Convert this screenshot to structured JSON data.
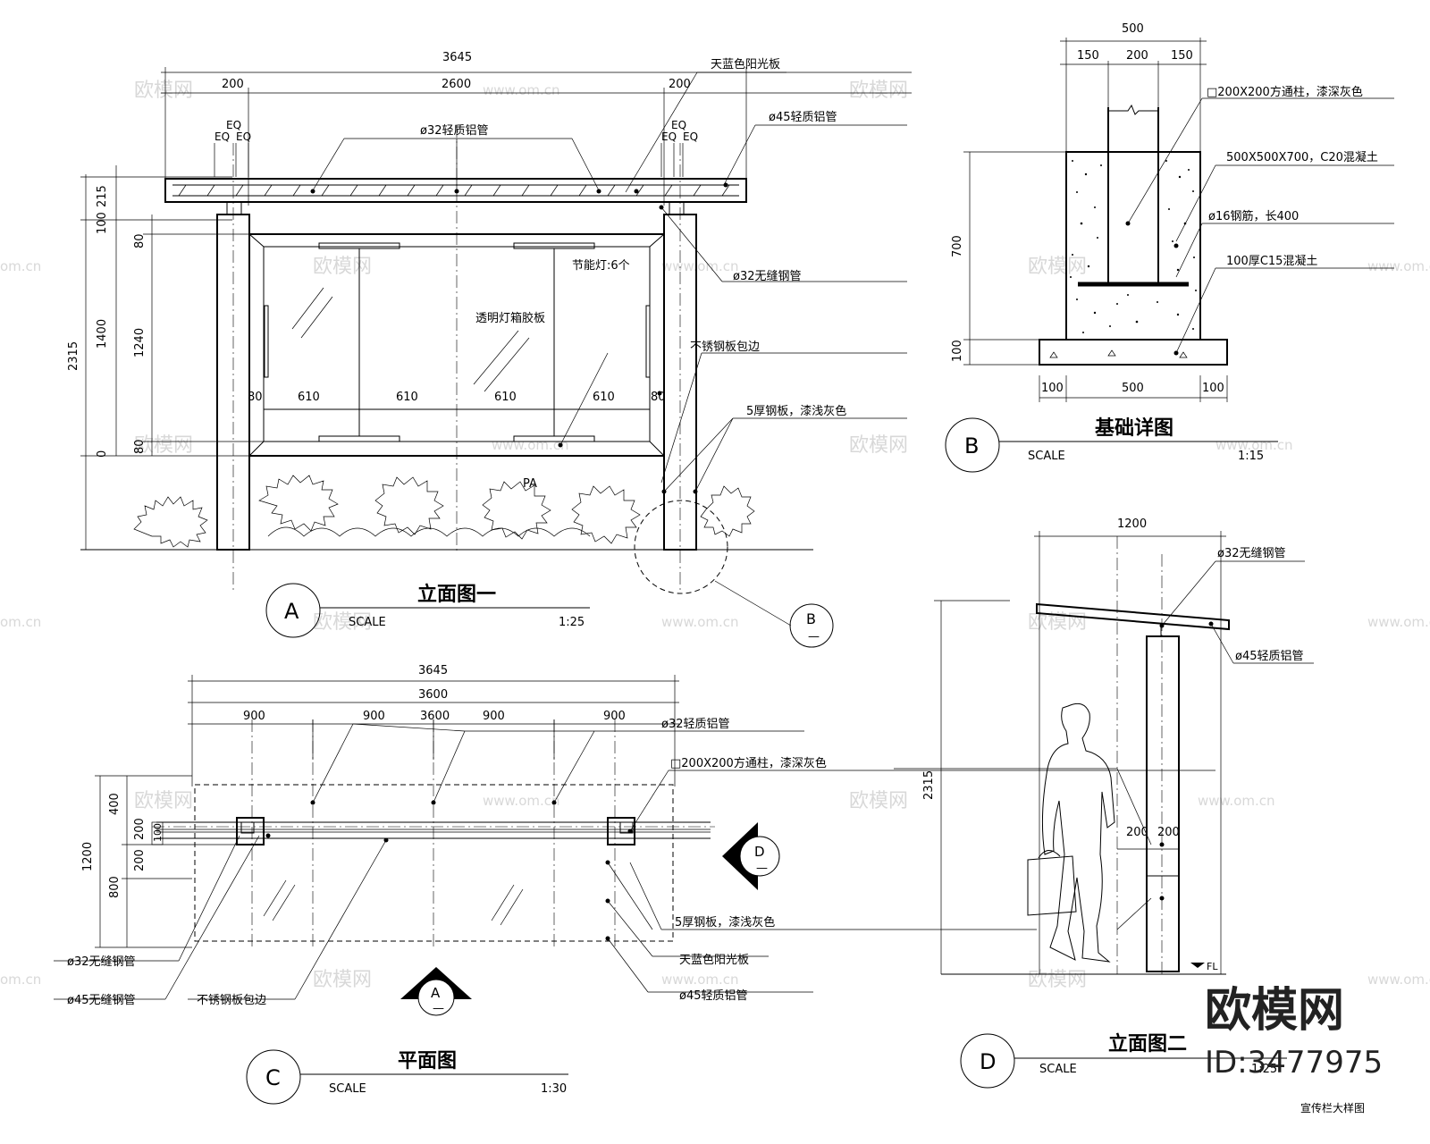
{
  "watermark": {
    "brand": "欧模网",
    "url": "www.om.cn",
    "domain_fragment": "om.cn"
  },
  "brand_overlay": {
    "name": "欧模网",
    "id": "ID:3477975",
    "caption": "宣传栏大样图"
  },
  "view_a": {
    "title": "立面图一",
    "bubble": "A",
    "scale_label": "SCALE",
    "scale": "1:25",
    "dims_top": [
      "3645",
      "200",
      "2600",
      "200",
      "EQ",
      "EQ",
      "EQ",
      "EQ",
      "EQ",
      "EQ"
    ],
    "dims_left": [
      "2315",
      "1400",
      "1240",
      "100",
      "215",
      "80",
      "80",
      "0"
    ],
    "dims_panel": [
      "80",
      "610",
      "610",
      "610",
      "610",
      "80"
    ],
    "labels": {
      "polycarbonate": "天蓝色阳光板",
      "tube45": "ø45轻质铝管",
      "tube32": "ø32轻质铝管",
      "lamp": "节能灯:6个",
      "seamless32": "ø32无缝钢管",
      "lightbox": "透明灯箱胶板",
      "steel_trim": "不锈钢板包边",
      "steel_plate": "5厚钢板，漆浅灰色",
      "pa": "PA"
    },
    "callout_b": {
      "letter": "B",
      "sub": "—"
    }
  },
  "view_b": {
    "title": "基础详图",
    "bubble": "B",
    "scale_label": "SCALE",
    "scale": "1:15",
    "dims_top": [
      "500",
      "150",
      "200",
      "150"
    ],
    "dims_left": [
      "700",
      "100"
    ],
    "dims_bottom": [
      "100",
      "500",
      "100"
    ],
    "labels": {
      "column": "□200X200方通柱，漆深灰色",
      "concrete": "500X500X700，C20混凝土",
      "rebar": "ø16钢筋，长400",
      "base": "100厚C15混凝土"
    }
  },
  "view_c": {
    "title": "平面图",
    "bubble": "C",
    "scale_label": "SCALE",
    "scale": "1:30",
    "dims_top": [
      "3645",
      "3600",
      "900",
      "900",
      "3600",
      "900",
      "900"
    ],
    "dims_left": [
      "1200",
      "400",
      "200",
      "200",
      "800",
      "100"
    ],
    "labels": {
      "tube32": "ø32轻质铝管",
      "column": "□200X200方通柱，漆深灰色",
      "steel_plate": "5厚钢板，漆浅灰色",
      "polycarbonate": "天蓝色阳光板",
      "tube45": "ø45轻质铝管",
      "seamless32": "ø32无缝钢管",
      "seamless45": "ø45无缝钢管",
      "steel_trim": "不锈钢板包边"
    },
    "callout_a": {
      "letter": "A",
      "sub": "—"
    },
    "callout_d": {
      "letter": "D",
      "sub": "—"
    }
  },
  "view_d": {
    "title": "立面图二",
    "bubble": "D",
    "scale_label": "SCALE",
    "scale": "1:25",
    "dims": [
      "1200",
      "2315",
      "200",
      "200"
    ],
    "labels": {
      "seamless32": "ø32无缝钢管",
      "tube45": "ø45轻质铝管",
      "fl": "FL"
    }
  }
}
